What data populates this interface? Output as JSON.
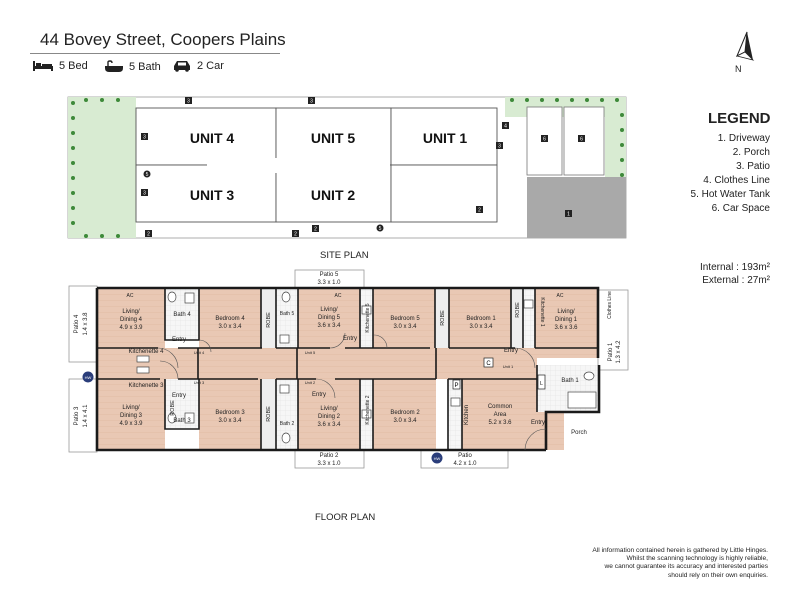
{
  "header": {
    "address": "44 Bovey Street, Coopers Plains",
    "features": {
      "bed": "5 Bed",
      "bath": "5 Bath",
      "car": "2 Car"
    }
  },
  "compass": {
    "north": "N"
  },
  "legend": {
    "title": "LEGEND",
    "items": [
      "1. Driveway",
      "2. Porch",
      "3. Patio",
      "4. Clothes Line",
      "5. Hot Water Tank",
      "6. Car Space"
    ]
  },
  "areas": {
    "internal": "Internal  : 193m²",
    "external": "External :  27m²"
  },
  "site_plan": {
    "label": "SITE PLAN",
    "units": [
      "UNIT 4",
      "UNIT 5",
      "UNIT 1",
      "UNIT 3",
      "UNIT 2"
    ],
    "markers": {
      "clothes_line": "4",
      "patio": "3",
      "porch": "2",
      "driveway": "1",
      "car_space": "6",
      "hot_water": "5"
    }
  },
  "floor_plan": {
    "label": "FLOOR PLAN",
    "rooms": {
      "patio5": "Patio 5",
      "patio5_dim": "3.3 x 1.0",
      "patio4": "Patio 4",
      "patio4_dim": "1.4 x 3.8",
      "patio3": "Patio 3",
      "patio3_dim": "1.4 x 4.1",
      "patio2": "Patio 2",
      "patio2_dim": "3.3 x 1.0",
      "patio": "Patio",
      "patio_dim": "4.2 x 1.0",
      "patio1": "Patio 1",
      "patio1_dim": "1.3 x 4.2",
      "living4": "Living/",
      "living4b": "Dining 4",
      "living4_dim": "4.9 x 3.9",
      "living3": "Living/",
      "living3b": "Dining 3",
      "living3_dim": "4.9 x 3.9",
      "living5": "Living/",
      "living5b": "Dining 5",
      "living5_dim": "3.6 x 3.4",
      "living2": "Living/",
      "living2b": "Dining 2",
      "living2_dim": "3.6 x 3.4",
      "living1": "Living/",
      "living1b": "Dining 1",
      "living1_dim": "3.6 x 3.6",
      "bed4": "Bedroom 4",
      "bed4_dim": "3.0 x 3.4",
      "bed3": "Bedroom 3",
      "bed3_dim": "3.0 x 3.4",
      "bed5": "Bedroom 5",
      "bed5_dim": "3.0 x 3.4",
      "bed2": "Bedroom 2",
      "bed2_dim": "3.0 x 3.4",
      "bed1": "Bedroom 1",
      "bed1_dim": "3.0 x 3.4",
      "bath4": "Bath 4",
      "bath3": "Bath 3",
      "bath5": "Bath 5",
      "bath2": "Bath 2",
      "bath1": "Bath 1",
      "kit4": "Kitchenette 4",
      "kit3": "Kitchenette 3",
      "kit5": "Kitchenette 5",
      "kit2": "Kitchenette 2",
      "kit1": "Kitchenette 1",
      "common": "Common",
      "common2": "Area",
      "common_dim": "5.2 x 3.6",
      "kitchen": "Kitchen",
      "porch": "Porch",
      "clothes": "Clothes Line",
      "robe": "ROBE",
      "entry": "Entry",
      "ac": "AC",
      "hw": "HW",
      "p": "P",
      "c": "C",
      "l": "L",
      "unit1": "Unit 1",
      "unit2": "Unit 2",
      "unit3": "Unit 3",
      "unit4": "Unit 4",
      "unit5": "Unit 5"
    }
  },
  "disclaimer": [
    "All information contained herein is gathered by Little Hinges.",
    "Whilst the scanning technology is highly reliable,",
    "we cannot guarantee its accuracy and interested parties",
    "should rely on their own enquiries."
  ],
  "colors": {
    "wall": "#1a1a1a",
    "floor": "#e9c8b4",
    "grass": "#d8ebd2",
    "roof": "#ffffff",
    "car": "#a9a9a9",
    "tile": "#f4f4f4"
  }
}
